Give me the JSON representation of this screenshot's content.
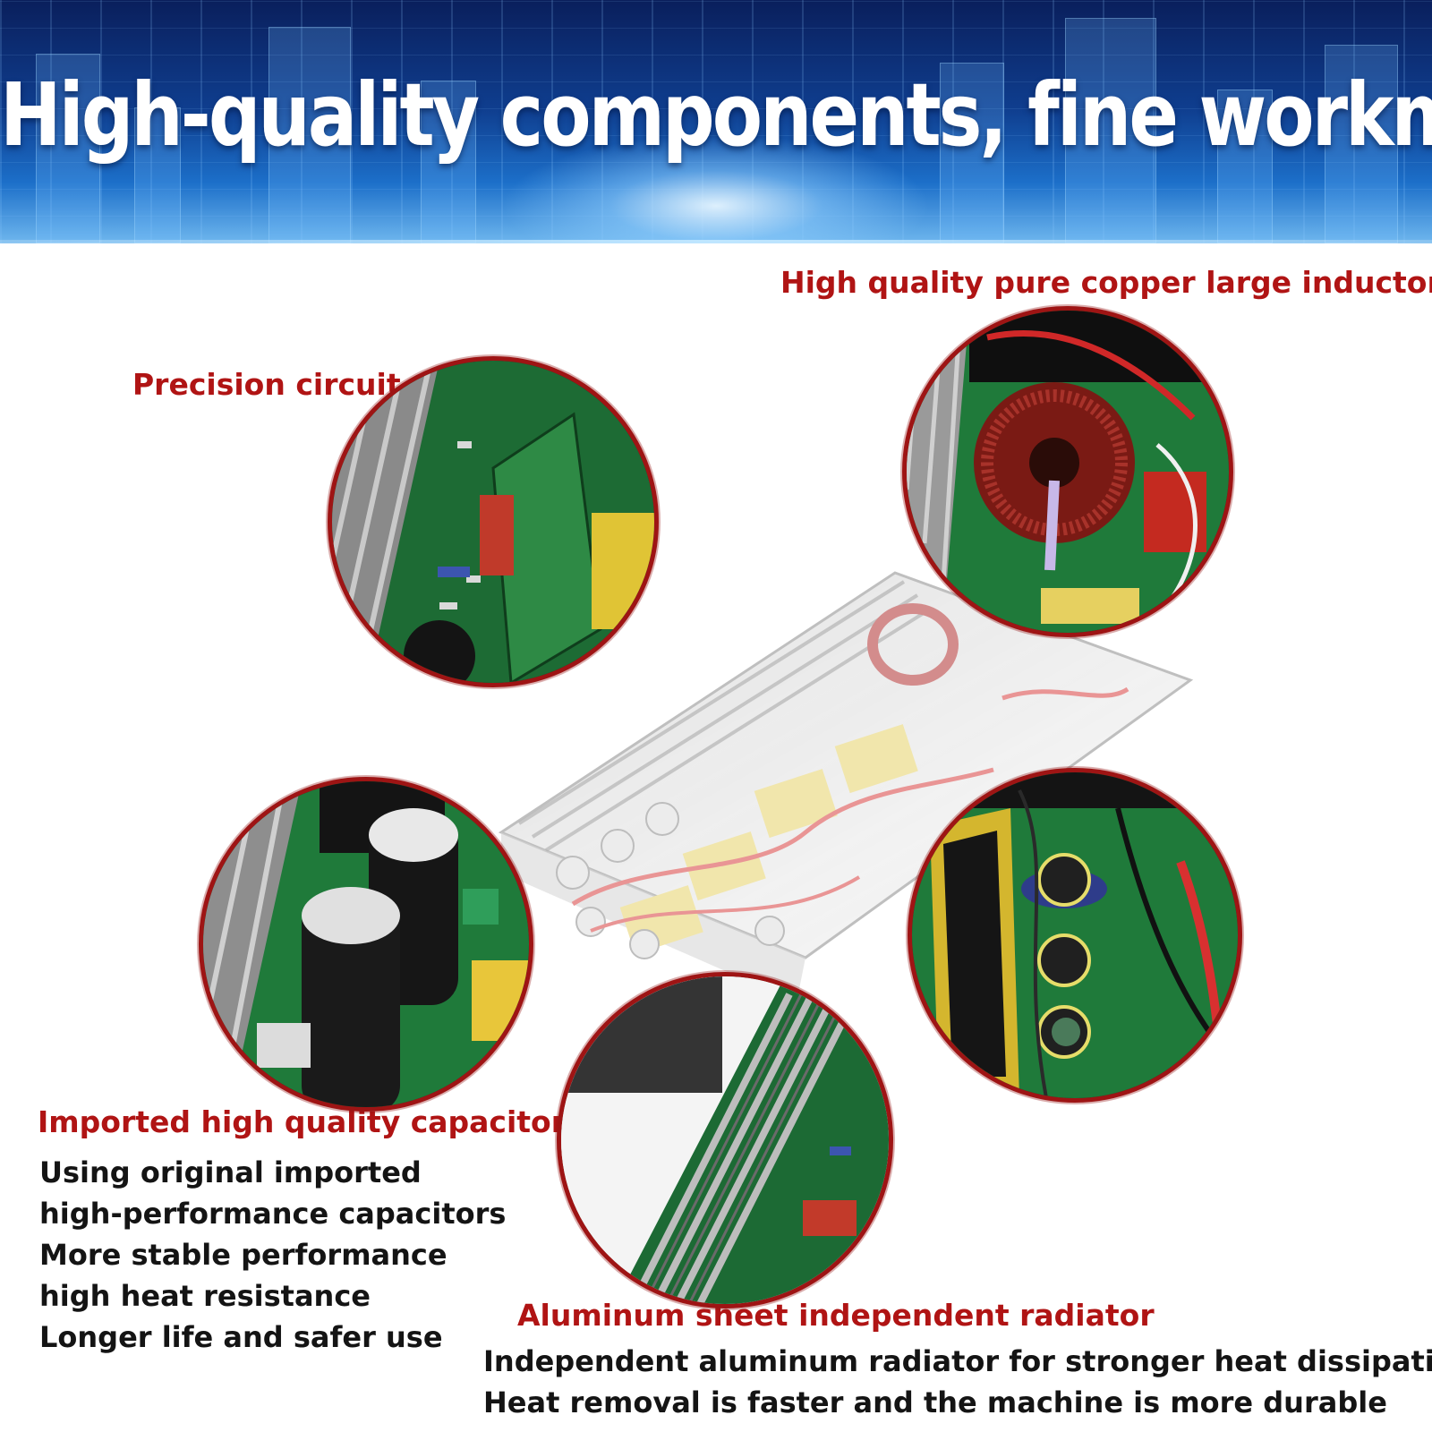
{
  "banner": {
    "title": "High-quality components, fine workmanship"
  },
  "features": {
    "copper_inductor": {
      "label": "High quality pure copper large inductor"
    },
    "precision_circuit": {
      "label": "Precision circuit"
    },
    "capacitors": {
      "label": "Imported high quality capacitors",
      "lines": [
        "Using original imported",
        "high-performance capacitors",
        "More stable performance",
        "high heat resistance",
        "Longer life and safer use"
      ]
    },
    "radiator": {
      "label": "Aluminum sheet independent radiator",
      "lines": [
        "Independent aluminum radiator for stronger heat dissipation",
        "Heat removal is faster and the machine is more durable"
      ]
    }
  },
  "colors": {
    "accent_red": "#b01414",
    "text_dark": "#141414",
    "banner_blue": "#0f3e8f",
    "pcb_green": "#1f7a3a"
  }
}
